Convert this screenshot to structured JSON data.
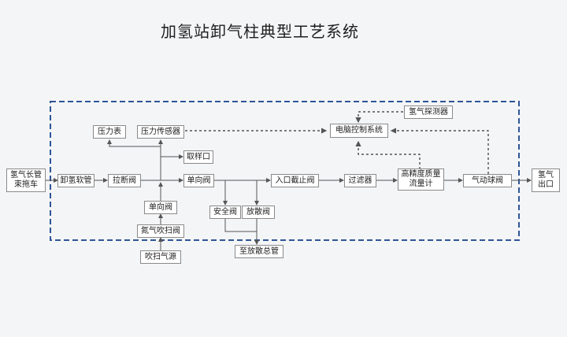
{
  "title": "加氢站卸气柱典型工艺系统",
  "nodes": {
    "tube_trailer": "氢气长管\n束拖车",
    "unload_hose": "卸氢软管",
    "breakaway_valve": "拉断阀",
    "pressure_gauge": "压力表",
    "pressure_sensor": "压力传感器",
    "sampling_port": "取样口",
    "check_valve_main": "单向阀",
    "check_valve_purge": "单向阀",
    "nitrogen_purge_valve": "氮气吹扫阀",
    "purge_gas_source": "吹扫气源",
    "inlet_shutoff_valve": "入口截止阀",
    "safety_valve": "安全阀",
    "vent_valve": "放散阀",
    "to_vent_header": "至放散总管",
    "filter": "过滤器",
    "mass_flow_meter": "高精度质量\n流量计",
    "pneumatic_ball_valve": "气动球阀",
    "hydrogen_outlet": "氢气\n出口",
    "control_system": "电脑控制系统",
    "hydrogen_detector": "氢气探测器"
  },
  "colors": {
    "boundary": "#2f5597",
    "line": "#555555",
    "box_border": "#8a8a8a"
  }
}
